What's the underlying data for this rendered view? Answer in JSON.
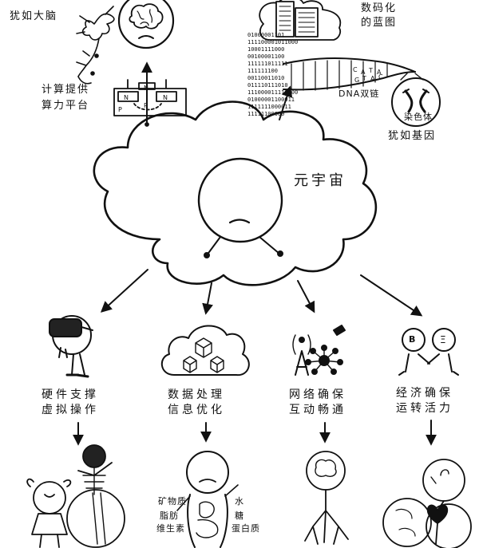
{
  "center": {
    "title": "元宇宙"
  },
  "top_left": {
    "brain_label": "犹如大脑",
    "chip_label": [
      "计算提供",
      "算力平台"
    ],
    "chip_marks": [
      "P",
      "N",
      "N",
      "P",
      "N"
    ]
  },
  "top_right": {
    "data_label": [
      "数码化",
      "的蓝图"
    ],
    "dna_label": "DNA双链",
    "chromosome_label": "染色体",
    "gene_label": "犹如基因",
    "binary_rows": [
      "01000001101",
      "111100001011000",
      "10001111000",
      "00100001100",
      "111111011111",
      "111111100",
      "00110011010",
      "011110111010",
      "111000011110000",
      "01000001100011",
      "1111111000011",
      "11111100000"
    ],
    "dna_letters": [
      "C",
      "A",
      "T",
      "A",
      "G",
      "T",
      "A",
      "C"
    ]
  },
  "branches": [
    {
      "caption": [
        "硬件支撑",
        "虚拟操作"
      ]
    },
    {
      "caption": [
        "数据处理",
        "信息优化"
      ]
    },
    {
      "caption": [
        "网络确保",
        "互动畅通"
      ]
    },
    {
      "caption": [
        "经济确保",
        "运转活力"
      ]
    }
  ],
  "body_figure": {
    "left_labels": [
      "矿物质",
      "脂肪",
      "维生素"
    ],
    "right_labels": [
      "水",
      "糖",
      "蛋白质"
    ]
  },
  "coins": [
    "B",
    "Ξ"
  ]
}
